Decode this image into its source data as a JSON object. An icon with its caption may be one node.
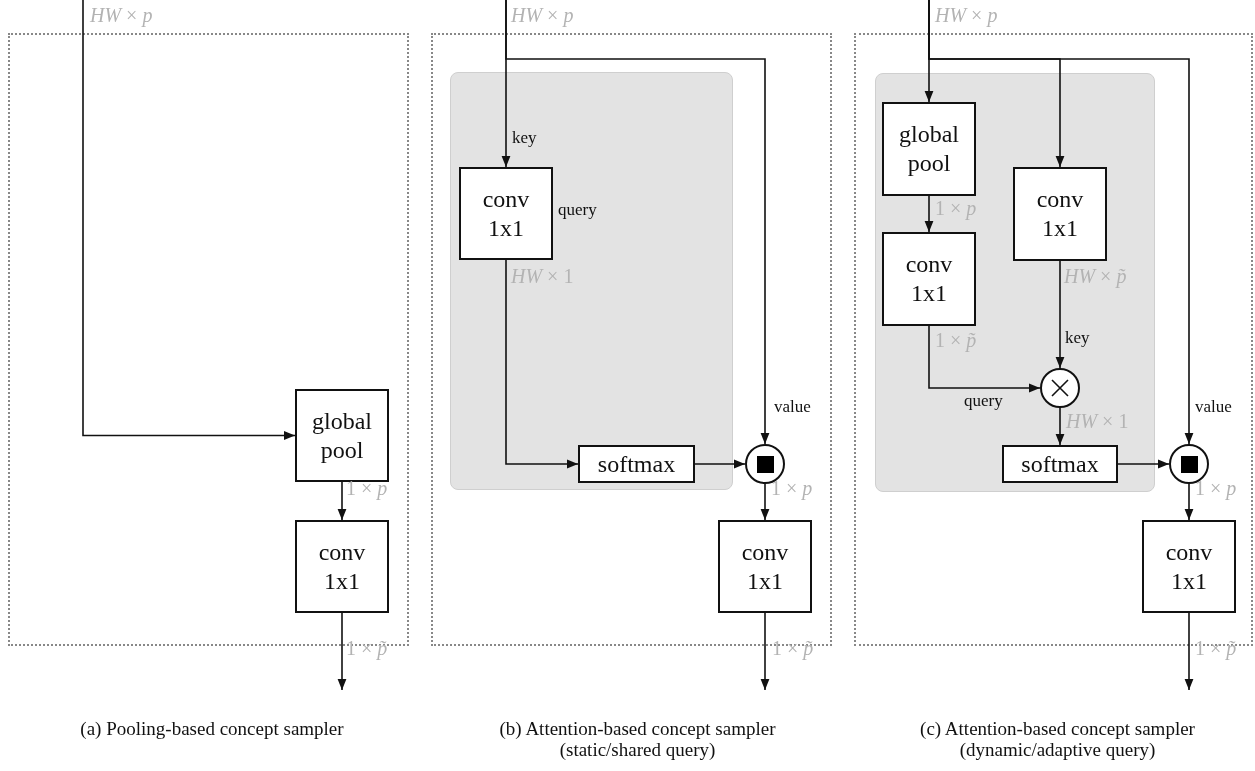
{
  "diagram": {
    "nodes": [
      {
        "text": [],
        "shape": "box"
      },
      {
        "text": [
          "global pool"
        ],
        "in": 0
      },
      {
        "text": [
          "conv 1x1"
        ],
        "in": 0
      },
      {
        "text": [],
        "shape": "box"
      },
      {
        "text": [],
        "shape": "box",
        "in": 3
      },
      {
        "text": [
          "conv 1x1"
        ],
        "in": 4,
        "beside": [
          "query"
        ]
      },
      {
        "text": [
          "softmax"
        ],
        "in": 4
      },
      {
        "text": [],
        "shape": "circle",
        "in": 3
      },
      {
        "text": [
          "conv 1x1"
        ],
        "in": 3
      },
      {
        "text": [],
        "shape": "box"
      },
      {
        "text": [],
        "shape": "box",
        "in": 9
      },
      {
        "text": [
          "global pool"
        ],
        "in": 10
      },
      {
        "text": [
          "conv 1x1"
        ],
        "in": 10
      },
      {
        "text": [
          "conv 1x1"
        ],
        "in": 10
      },
      {
        "text": [],
        "shape": "circle",
        "in": 10
      },
      {
        "text": [
          "softmax"
        ],
        "in": 10
      },
      {
        "text": [],
        "shape": "circle",
        "in": 9
      },
      {
        "text": [
          "conv 1x1"
        ],
        "in": 9
      }
    ],
    "edges": [
      {
        "from": null,
        "to": 1,
        "arrow": "to",
        "label": "*HW* × *p*"
      },
      {
        "from": 1,
        "to": 2,
        "arrow": "to",
        "label": "1 × *p*"
      },
      {
        "from": 2,
        "to": null,
        "arrow": "to",
        "label": "1 × *p̃*"
      },
      {
        "from": null,
        "to": 5,
        "arrow": "to",
        "label": "*HW* × *p*"
      },
      {
        "from": null,
        "to": 7,
        "arrow": "to",
        "label": "value"
      },
      {
        "from": 5,
        "to": 6,
        "arrow": "to",
        "label": "*HW* × 1"
      },
      {
        "from": 6,
        "to": 7,
        "arrow": "to"
      },
      {
        "from": 7,
        "to": 8,
        "arrow": "to",
        "label": "1 × *p*"
      },
      {
        "from": 8,
        "to": null,
        "arrow": "to",
        "label": "1 × *p̃*"
      },
      {
        "from": null,
        "to": 11,
        "arrow": "to",
        "label": "*HW* × *p*"
      },
      {
        "from": null,
        "to": 13,
        "arrow": "to"
      },
      {
        "from": null,
        "to": 16,
        "arrow": "to",
        "label": "value"
      },
      {
        "from": 11,
        "to": 12,
        "arrow": "to",
        "label": "1 × *p*"
      },
      {
        "from": 12,
        "to": 14,
        "arrow": "to",
        "label": "1 × *p̃*"
      },
      {
        "from": 13,
        "to": 14,
        "arrow": "to",
        "label": "*HW* × *p̃*"
      },
      {
        "from": 14,
        "to": 15,
        "arrow": "to",
        "label": "*HW* × 1"
      },
      {
        "from": 15,
        "to": 16,
        "arrow": "to"
      },
      {
        "from": 16,
        "to": 17,
        "arrow": "to",
        "label": "1 × *p*"
      },
      {
        "from": 17,
        "to": null,
        "arrow": "to",
        "label": "1 × *p̃*"
      }
    ],
    "labels": [
      "key",
      "key",
      "query",
      "(a) Pooling-based concept sampler",
      "(b) Attention-based concept sampler (static/shared query)",
      "(c) Attention-based concept sampler (dynamic/adaptive query)"
    ]
  }
}
